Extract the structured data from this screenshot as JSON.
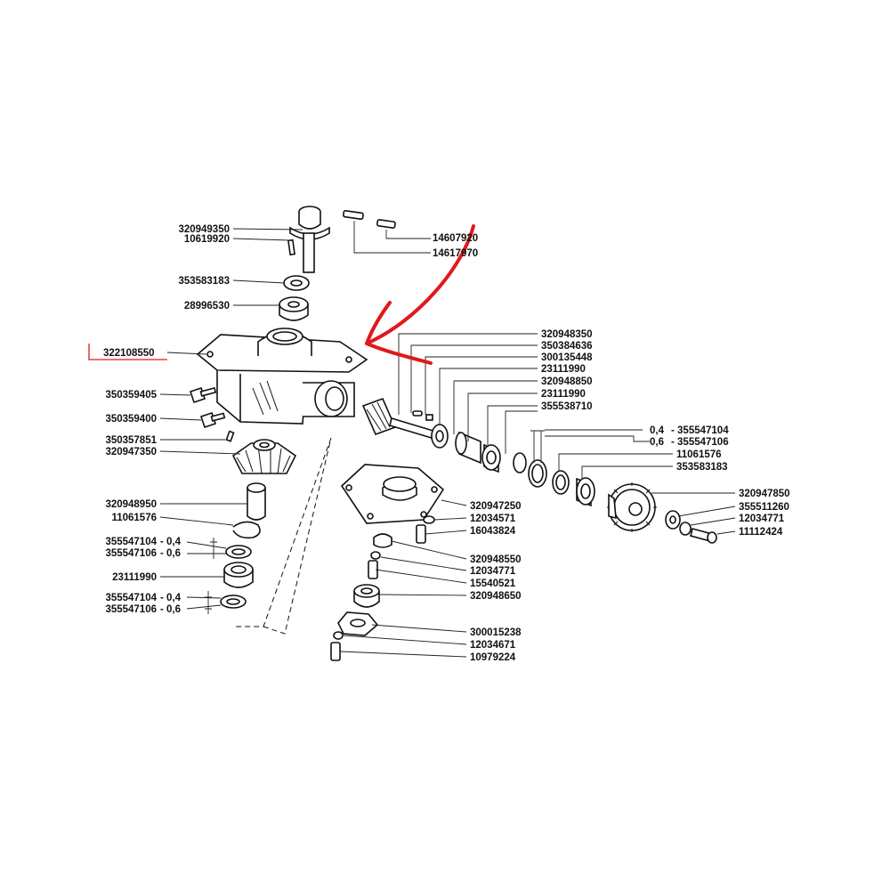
{
  "labels": {
    "l_320949350": "320949350",
    "l_10619920": "10619920",
    "l_14607920": "14607920",
    "l_14617970": "14617970",
    "l_353583183a": "353583183",
    "l_28996530": "28996530",
    "l_322108550": "322108550",
    "l_350359405": "350359405",
    "l_350359400": "350359400",
    "l_350357851": "350357851",
    "l_320947350": "320947350",
    "l_320948950": "320948950",
    "l_11061576a": "11061576",
    "l_355547104a": "355547104",
    "l_04a": "- 0,4",
    "l_355547106a": "355547106",
    "l_06a": "- 0,6",
    "l_23111990a": "23111990",
    "l_355547104b": "355547104",
    "l_04b": "- 0,4",
    "l_355547106b": "355547106",
    "l_06b": "- 0,6",
    "l_320948350": "320948350",
    "l_350384636": "350384636",
    "l_300135448": "300135448",
    "l_23111990b": "23111990",
    "l_320948850": "320948850",
    "l_23111990c": "23111990",
    "l_355538710": "355538710",
    "l_r04": "0,4",
    "l_r355547104": "- 355547104",
    "l_r06": "0,6",
    "l_r355547106": "- 355547106",
    "l_11061576b": "11061576",
    "l_353583183b": "353583183",
    "l_320947850": "320947850",
    "l_355511260": "355511260",
    "l_12034771a": "12034771",
    "l_11112424": "11112424",
    "l_320947250": "320947250",
    "l_12034571": "12034571",
    "l_16043824": "16043824",
    "l_320948550": "320948550",
    "l_12034771b": "12034771",
    "l_15540521": "15540521",
    "l_320948650": "320948650",
    "l_300015238": "300015238",
    "l_12034671": "12034671",
    "l_10979224": "10979224"
  },
  "colors": {
    "highlight": "#e0191b",
    "ink": "#111111"
  },
  "icons": {
    "pointer": "red-arrow-icon"
  }
}
